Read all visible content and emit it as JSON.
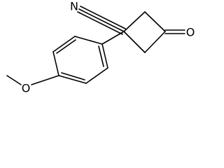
{
  "molecule": {
    "atom_labels": {
      "nitrile_n": "N",
      "ketone_o": "O",
      "ether_o": "O"
    },
    "line_color": "#000000",
    "background_color": "#ffffff"
  }
}
